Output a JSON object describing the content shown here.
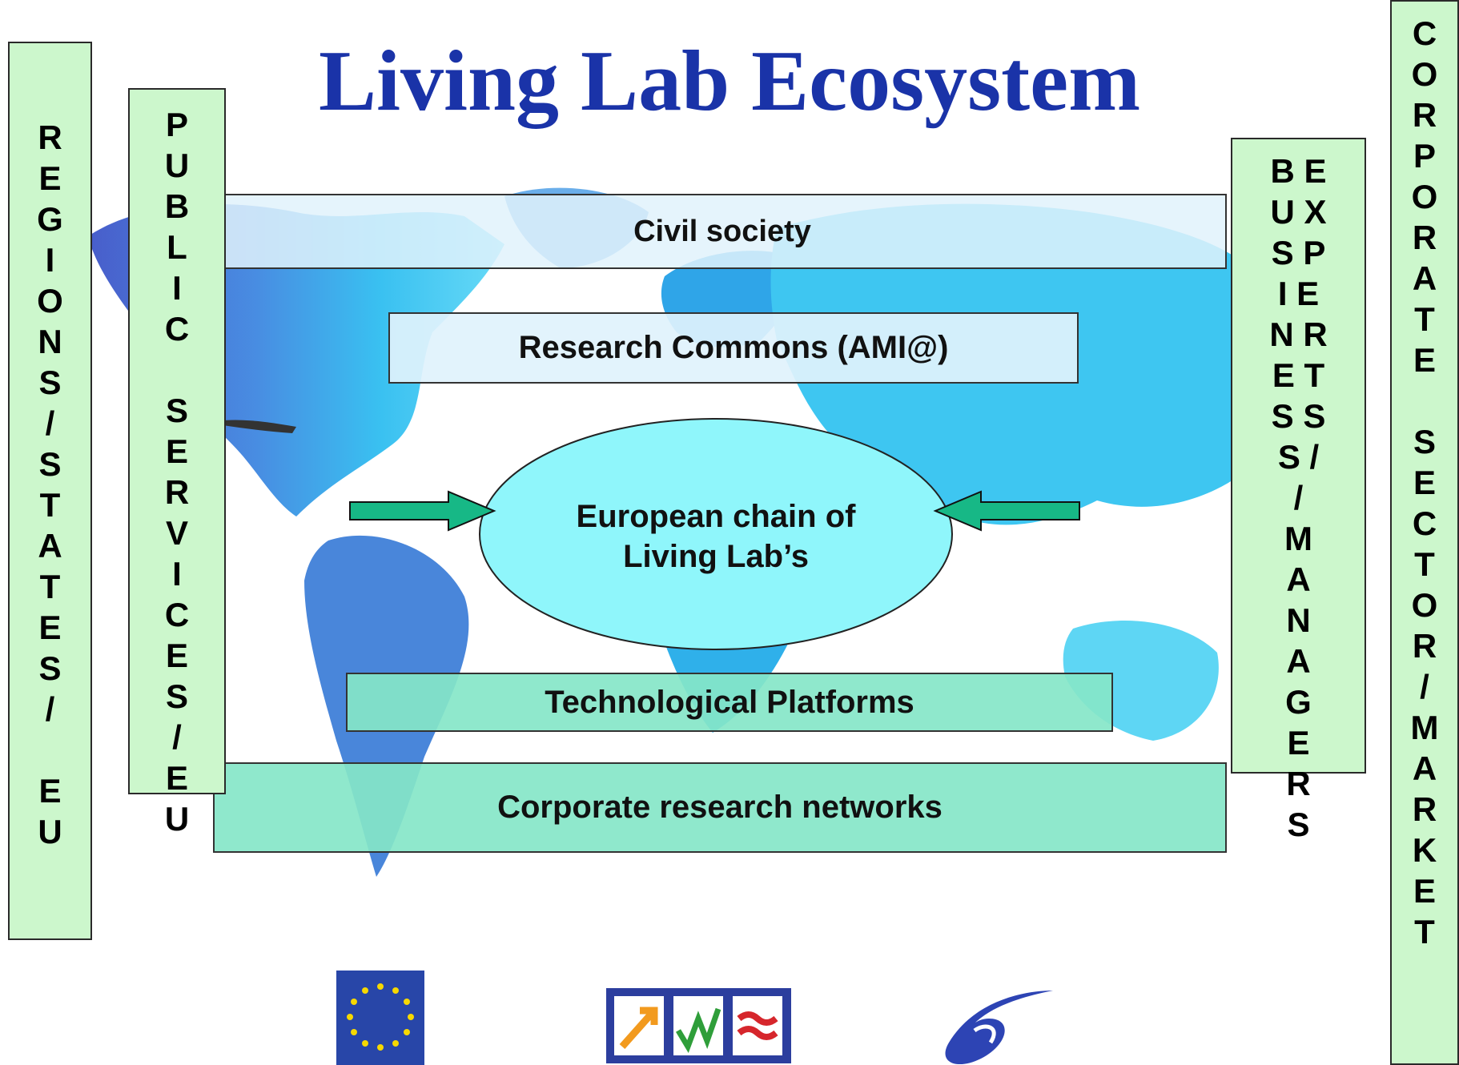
{
  "title": "Living Lab Ecosystem",
  "left_outer": "R\nE\nG\nI\nO\nN\nS\n/\nS\nT\nA\nT\nE\nS\n/\n\nE\nU",
  "left_inner": "P\nU\nB\nL\nI\nC\n\nS\nE\nR\nV\nI\nC\nE\nS\n/\nE\nU",
  "right_inner": "B E\nU X\nS P\nI E\nN R\nE T\nS S\nS /\n/\nM\nA\nN\nA\nG\nE\nR\nS",
  "right_outer": "C\nO\nR\nP\nO\nR\nA\nT\nE\n\nS\nE\nC\nT\nO\nR\n/\nM\nA\nR\nK\nE\nT",
  "layers": {
    "civil": "Civil society",
    "research": "Research Commons (AMI@)",
    "chain": "European chain of\nLiving Lab’s",
    "tech": "Technological Platforms",
    "corporate": "Corporate research networks"
  },
  "icons": [
    "eu-flag-logo",
    "ist-logo",
    "fp6-logo"
  ],
  "colors": {
    "title": "#1a33a8",
    "vertical_bars": "#ccf7cc",
    "upper_bands": "#e0f2fc",
    "lower_bands": "#86e6c8",
    "ellipse": "#8ff6fb",
    "arrows": "#17b886"
  }
}
